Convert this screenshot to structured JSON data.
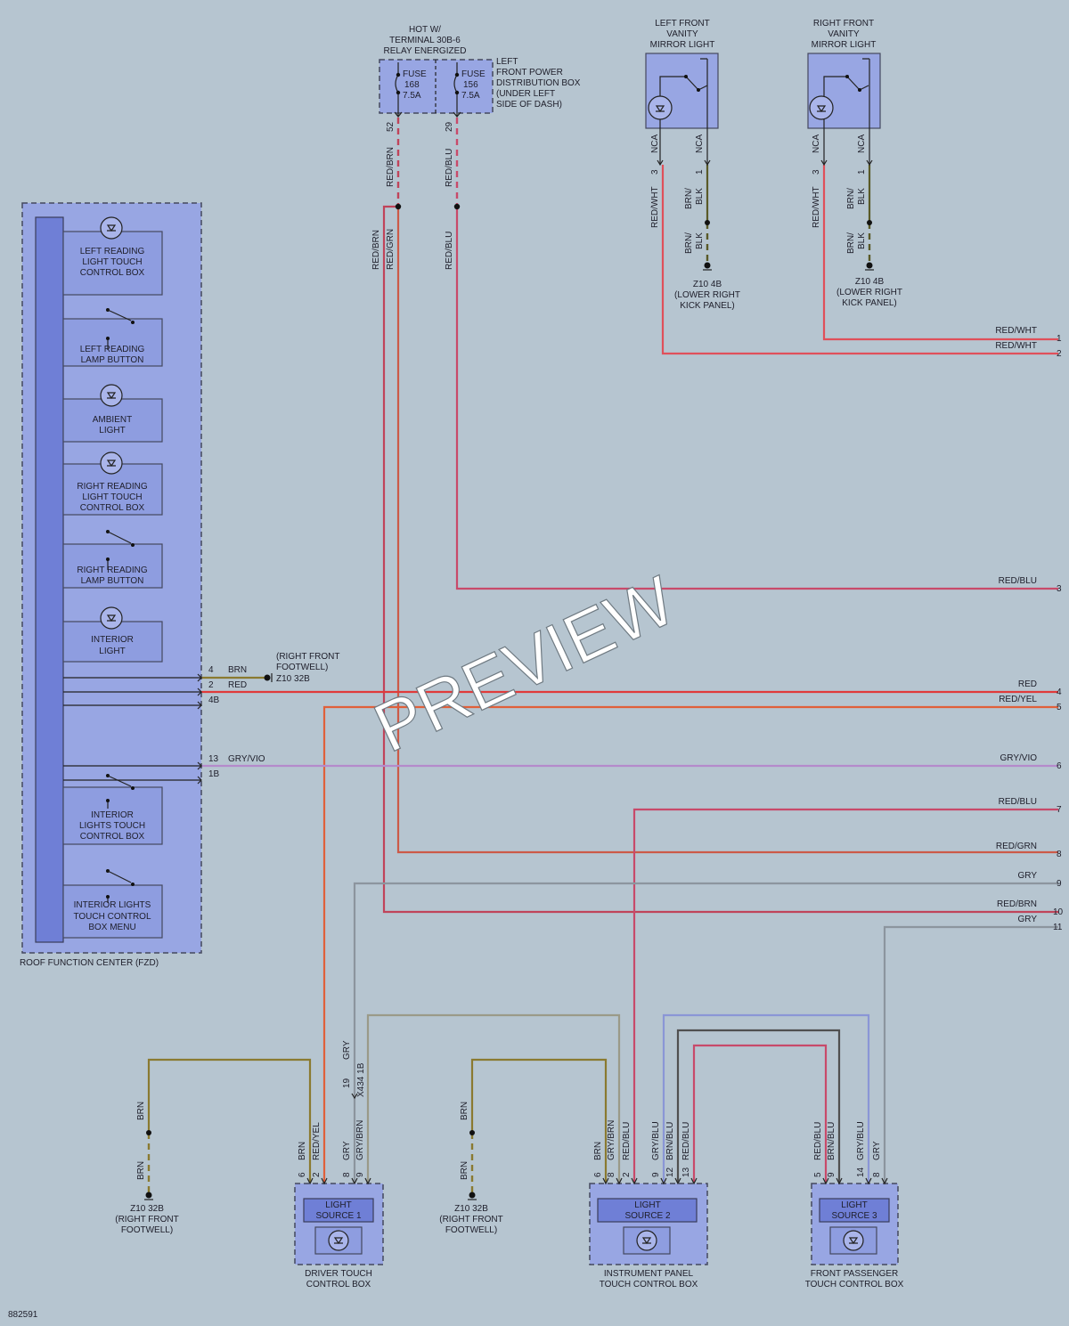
{
  "diagram_id": "882591",
  "watermark": "PREVIEW",
  "fzd": {
    "title": "ROOF FUNCTION CENTER (FZD)",
    "components": [
      {
        "l1": "LEFT READING",
        "l2": "LIGHT TOUCH",
        "l3": "CONTROL BOX"
      },
      {
        "l1": "LEFT READING",
        "l2": "LAMP BUTTON",
        "l3": ""
      },
      {
        "l1": "AMBIENT",
        "l2": "LIGHT",
        "l3": ""
      },
      {
        "l1": "RIGHT READING",
        "l2": "LIGHT TOUCH",
        "l3": "CONTROL BOX"
      },
      {
        "l1": "RIGHT READING",
        "l2": "LAMP BUTTON",
        "l3": ""
      },
      {
        "l1": "INTERIOR",
        "l2": "LIGHT",
        "l3": ""
      },
      {
        "l1": "INTERIOR",
        "l2": "LIGHTS TOUCH",
        "l3": "CONTROL BOX"
      },
      {
        "l1": "INTERIOR LIGHTS",
        "l2": "TOUCH CONTROL",
        "l3": "BOX MENU"
      }
    ],
    "pins": [
      {
        "pin": "4",
        "wire": "BRN",
        "conn": ""
      },
      {
        "pin": "2",
        "wire": "RED",
        "conn": ""
      },
      {
        "pin": "4B",
        "wire": "",
        "conn": ""
      },
      {
        "pin": "13",
        "wire": "GRY/VIO",
        "conn": ""
      },
      {
        "pin": "1B",
        "wire": "",
        "conn": ""
      }
    ],
    "ground_l1": "(RIGHT FRONT",
    "ground_l2": "FOOTWELL)",
    "ground_l3": "Z10 32B"
  },
  "fuse_box": {
    "hot_l1": "HOT W/",
    "hot_l2": "TERMINAL 30B-6",
    "hot_l3": "RELAY ENERGIZED",
    "loc_l1": "LEFT",
    "loc_l2": "FRONT POWER",
    "loc_l3": "DISTRIBUTION BOX",
    "loc_l4": "(UNDER LEFT",
    "loc_l5": "SIDE OF DASH)",
    "fuses": [
      {
        "name": "FUSE",
        "num": "168",
        "amp": "7.5A",
        "pin": "52",
        "wire": "RED/BRN"
      },
      {
        "name": "FUSE",
        "num": "156",
        "amp": "7.5A",
        "pin": "29",
        "wire": "RED/BLU"
      }
    ],
    "splice_labels": [
      "RED/BRN",
      "RED/GRN",
      "RED/BLU"
    ]
  },
  "mirrors": [
    {
      "l1": "LEFT FRONT",
      "l2": "VANITY",
      "l3": "MIRROR LIGHT",
      "conn_a": "NCA",
      "conn_b": "NCA",
      "pin_a": "3",
      "pin_b": "1",
      "wire_a": "RED/WHT",
      "wire_b1": "BRN/",
      "wire_b2": "BLK",
      "g1": "Z10 4B",
      "g2": "(LOWER RIGHT",
      "g3": "KICK PANEL)"
    },
    {
      "l1": "RIGHT FRONT",
      "l2": "VANITY",
      "l3": "MIRROR LIGHT",
      "conn_a": "NCA",
      "conn_b": "NCA",
      "pin_a": "3",
      "pin_b": "1",
      "wire_a": "RED/WHT",
      "wire_b1": "BRN/",
      "wire_b2": "BLK",
      "g1": "Z10 4B",
      "g2": "(LOWER RIGHT",
      "g3": "KICK PANEL)"
    }
  ],
  "right_edge": [
    {
      "num": "1",
      "label": "RED/WHT"
    },
    {
      "num": "2",
      "label": "RED/WHT"
    },
    {
      "num": "3",
      "label": "RED/BLU"
    },
    {
      "num": "4",
      "label": "RED"
    },
    {
      "num": "5",
      "label": "RED/YEL"
    },
    {
      "num": "6",
      "label": "GRY/VIO"
    },
    {
      "num": "7",
      "label": "RED/BLU"
    },
    {
      "num": "8",
      "label": "RED/GRN"
    },
    {
      "num": "9",
      "label": "GRY"
    },
    {
      "num": "10",
      "label": "RED/BRN"
    },
    {
      "num": "11",
      "label": "GRY"
    }
  ],
  "light_sources": [
    {
      "name_l1": "LIGHT",
      "name_l2": "SOURCE 1",
      "cap_l1": "DRIVER TOUCH",
      "cap_l2": "CONTROL BOX",
      "pins": [
        {
          "pin": "6",
          "wire": "BRN"
        },
        {
          "pin": "2",
          "wire": "RED/YEL"
        },
        {
          "pin": "8",
          "wire": "GRY"
        },
        {
          "pin": "9",
          "wire": "GRY/BRN"
        }
      ]
    },
    {
      "name_l1": "LIGHT",
      "name_l2": "SOURCE 2",
      "cap_l1": "INSTRUMENT PANEL",
      "cap_l2": "TOUCH CONTROL BOX",
      "pins": [
        {
          "pin": "6",
          "wire": "BRN"
        },
        {
          "pin": "8",
          "wire": "GRY/BRN"
        },
        {
          "pin": "2",
          "wire": "RED/BLU"
        },
        {
          "pin": "9",
          "wire": "GRY/BLU"
        },
        {
          "pin": "12",
          "wire": "BRN/BLU"
        },
        {
          "pin": "13",
          "wire": "RED/BLU"
        }
      ]
    },
    {
      "name_l1": "LIGHT",
      "name_l2": "SOURCE 3",
      "cap_l1": "FRONT PASSENGER",
      "cap_l2": "TOUCH CONTROL BOX",
      "pins": [
        {
          "pin": "5",
          "wire": "RED/BLU"
        },
        {
          "pin": "9",
          "wire": "BRN/BLU"
        },
        {
          "pin": "14",
          "wire": "GRY/BLU"
        },
        {
          "pin": "8",
          "wire": "GRY"
        }
      ]
    }
  ],
  "grounds_bottom": [
    {
      "wire": "BRN",
      "g1": "Z10 32B",
      "g2": "(RIGHT FRONT",
      "g3": "FOOTWELL)"
    },
    {
      "wire": "BRN",
      "g1": "Z10 32B",
      "g2": "(RIGHT FRONT",
      "g3": "FOOTWELL)"
    }
  ],
  "gry_branch": {
    "wire": "GRY",
    "pin": "19",
    "conn": "X434 1B"
  }
}
